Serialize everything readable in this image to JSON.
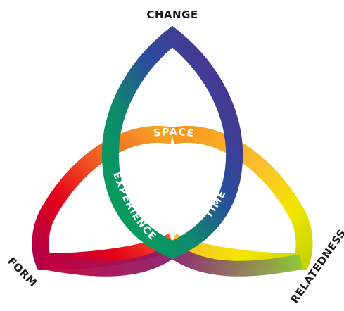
{
  "labels": {
    "change": "CHANGE",
    "form": "FORM",
    "relatedness": "RELATEDNESS",
    "space": "SPACE",
    "experience": "EXPERIENCE",
    "time": "TIME"
  },
  "colors": {
    "top_loop": [
      "#00a651",
      "#1e6fb5",
      "#3b2a8f",
      "#5a2a8a"
    ],
    "left_loop": [
      "#f7a825",
      "#f15a24",
      "#e2001a",
      "#c4003a"
    ],
    "right_loop": [
      "#f7941d",
      "#fbc02d",
      "#f2e500",
      "#8dc63f"
    ],
    "label_text": "#1a1a1a"
  }
}
